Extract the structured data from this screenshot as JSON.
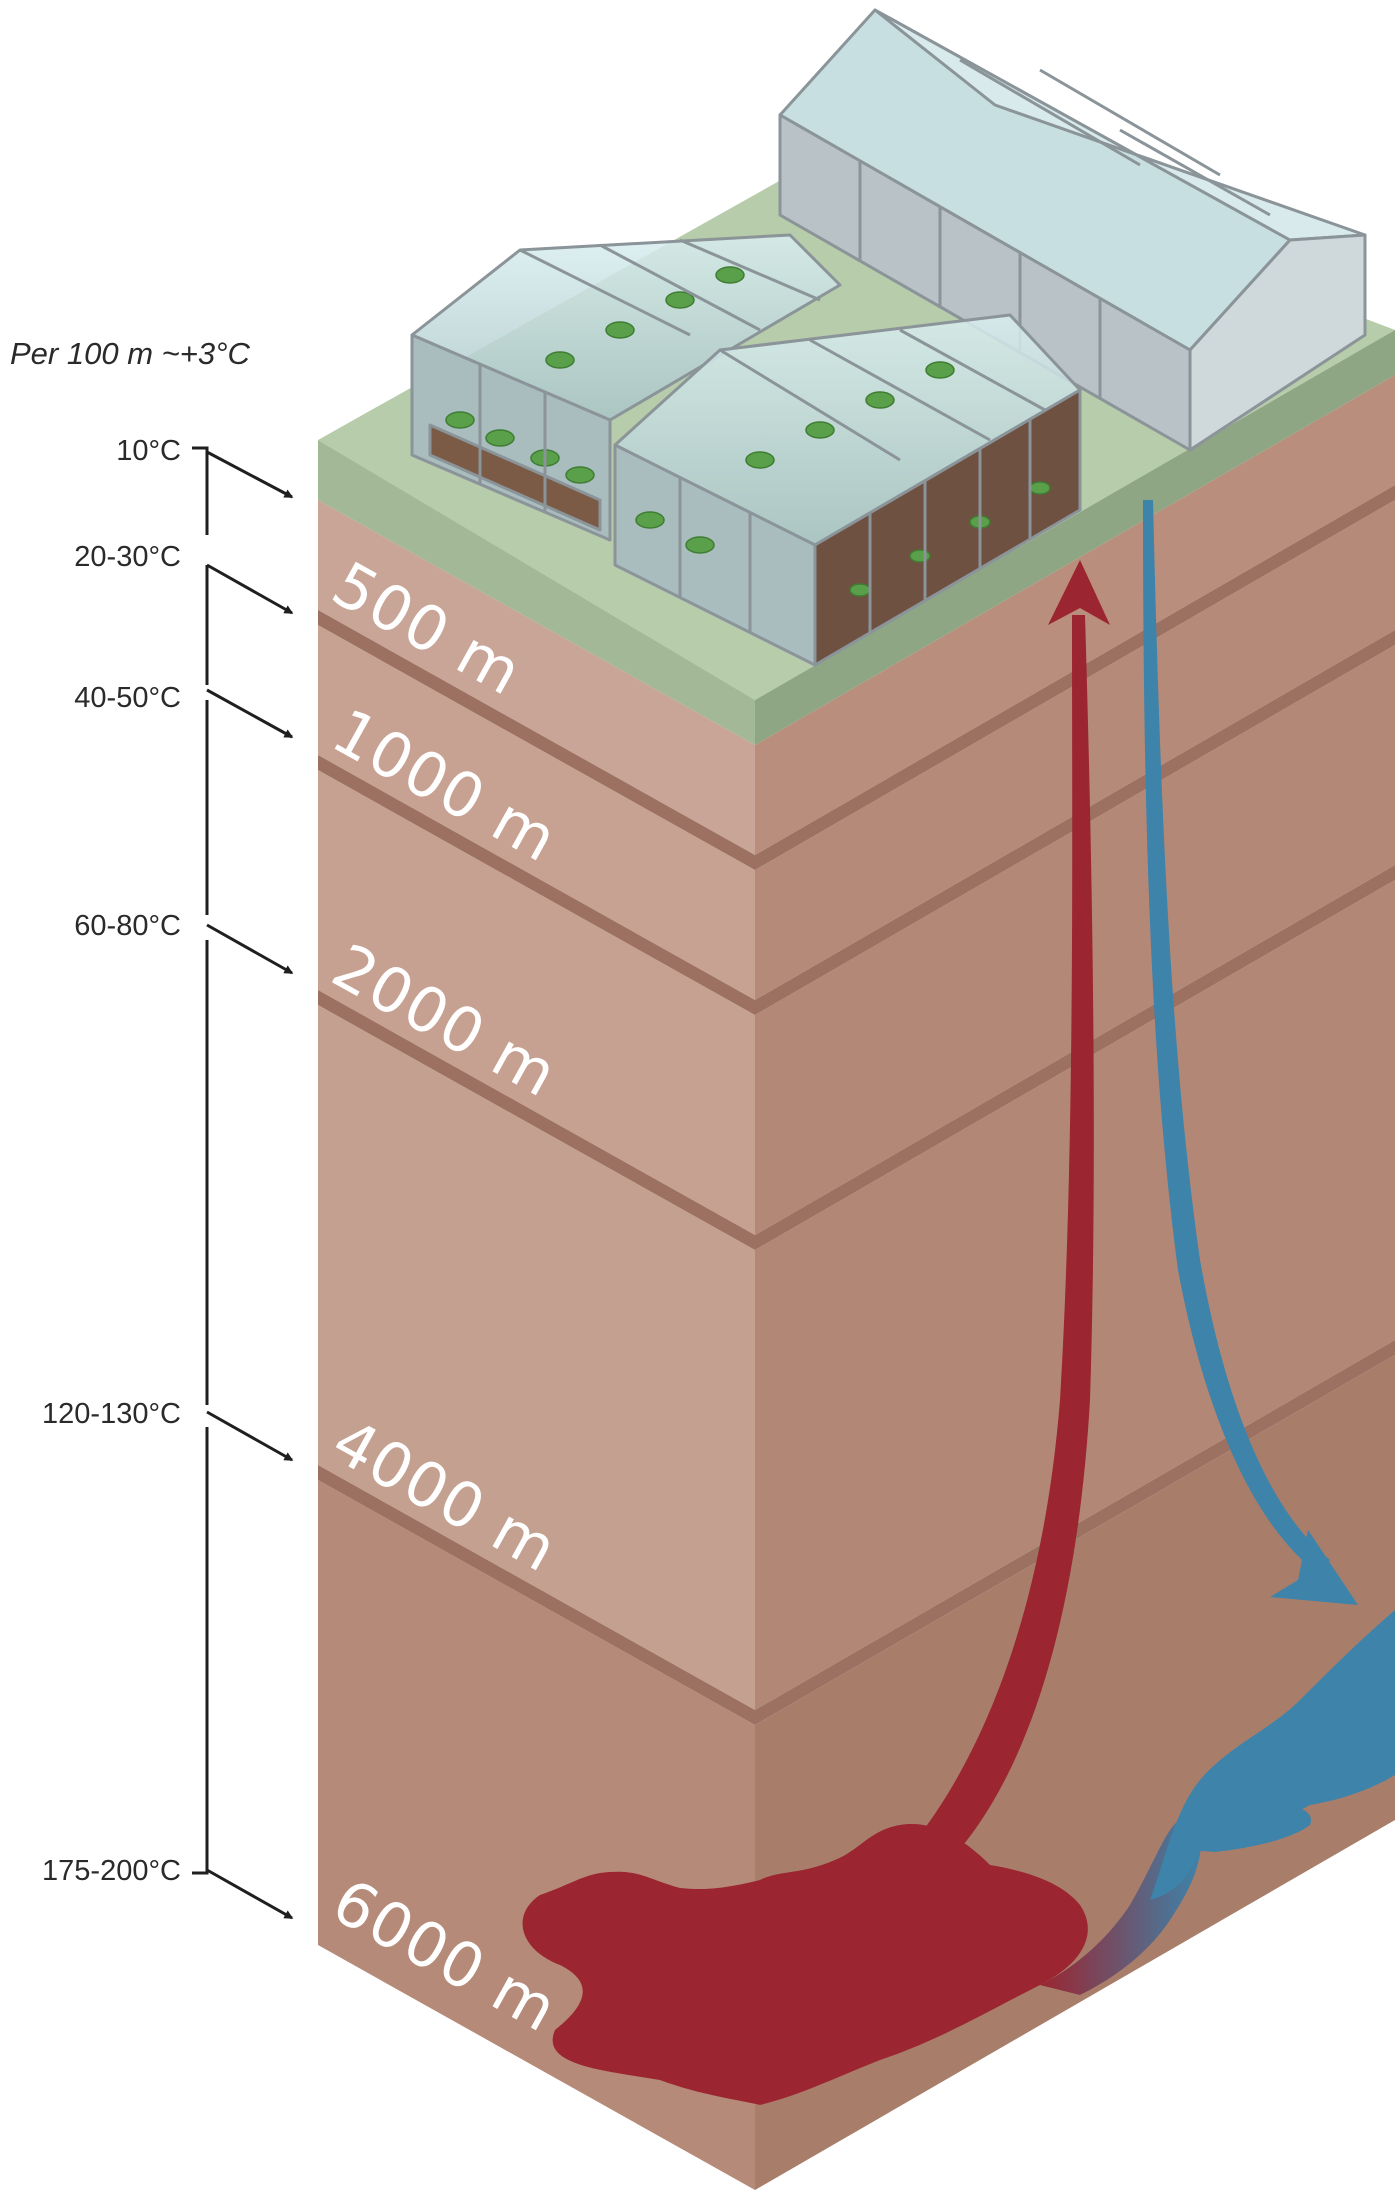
{
  "gradient_note": "Per 100 m ~+3°C",
  "depth_markers": [
    {
      "temperature": "10°C",
      "depth": ""
    },
    {
      "temperature": "20-30°C",
      "depth": "500 m"
    },
    {
      "temperature": "40-50°C",
      "depth": "1000 m"
    },
    {
      "temperature": "60-80°C",
      "depth": "2000 m"
    },
    {
      "temperature": "120-130°C",
      "depth": "4000 m"
    },
    {
      "temperature": "175-200°C",
      "depth": "6000 m"
    }
  ],
  "colors": {
    "surface_top": "#b7ccaa",
    "surface_front": "#a2b896",
    "surface_right": "#8fa684",
    "hot_flow": "#9b2530",
    "cold_flow": "#3d83aa",
    "greenhouse_frame": "#9ea8ad",
    "arrow_line": "#1f1f1f"
  }
}
